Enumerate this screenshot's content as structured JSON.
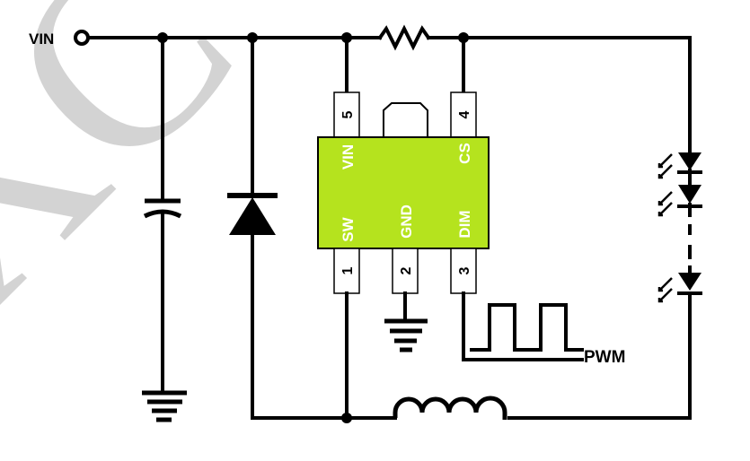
{
  "title": "LED driver typical application circuit",
  "watermark": "XC",
  "colors": {
    "chip_body": "#b5e31e",
    "chip_text": "#ffffff",
    "wire": "#000000",
    "watermark": "#d3d3d3"
  },
  "labels": {
    "input": "VIN",
    "pwm": "PWM"
  },
  "chip": {
    "pins": [
      {
        "number": "1",
        "name": "SW"
      },
      {
        "number": "2",
        "name": "GND"
      },
      {
        "number": "3",
        "name": "DIM"
      },
      {
        "number": "4",
        "name": "CS"
      },
      {
        "number": "5",
        "name": "VIN"
      }
    ]
  },
  "components": [
    "input-capacitor",
    "schottky-diode",
    "sense-resistor",
    "inductor",
    "led-string",
    "ground",
    "pwm-source"
  ]
}
